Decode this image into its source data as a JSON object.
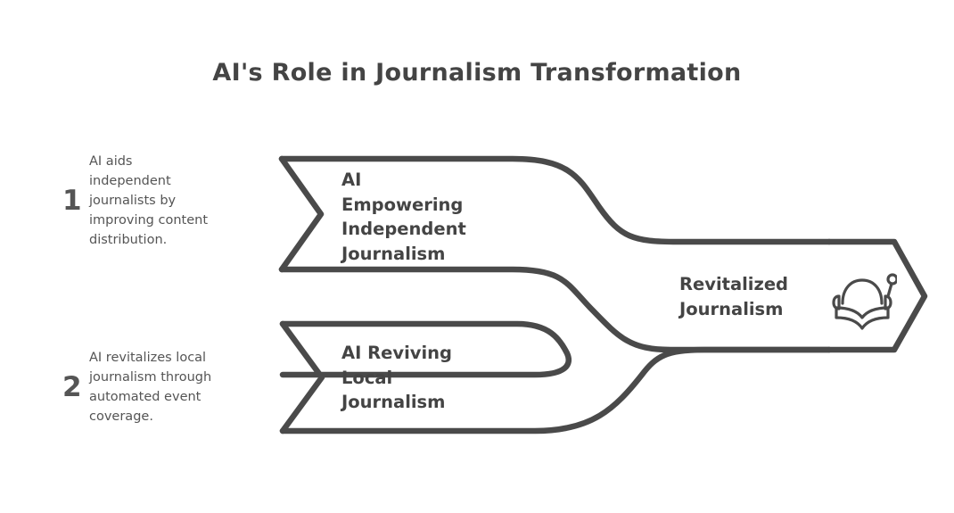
{
  "title": "AI's Role in Journalism Transformation",
  "notes": [
    {
      "number": "1",
      "text": "AI aids\nindependent\njournalists by\nimproving content\ndistribution."
    },
    {
      "number": "2",
      "text": "AI revitalizes local\njournalism through\nautomated event\ncoverage."
    }
  ],
  "bands": [
    {
      "label": "AI\nEmpowering\nIndependent\nJournalism"
    },
    {
      "label": "AI Reviving\nLocal\nJournalism"
    }
  ],
  "outcome": {
    "label": "Revitalized\nJournalism",
    "icon": "book-headphones-icon"
  },
  "colors": {
    "stroke": "#4a4a4a",
    "text": "#444444",
    "note_text": "#555555",
    "background": "#ffffff"
  },
  "chart_data": {
    "type": "diagram",
    "diagram_kind": "converging-arrow-flow",
    "title": "AI's Role in Journalism Transformation",
    "inputs": [
      "AI Empowering Independent Journalism",
      "AI Reviving Local Journalism"
    ],
    "output": "Revitalized Journalism",
    "annotations": [
      "AI aids independent journalists by improving content distribution.",
      "AI revitalizes local journalism through automated event coverage."
    ]
  }
}
